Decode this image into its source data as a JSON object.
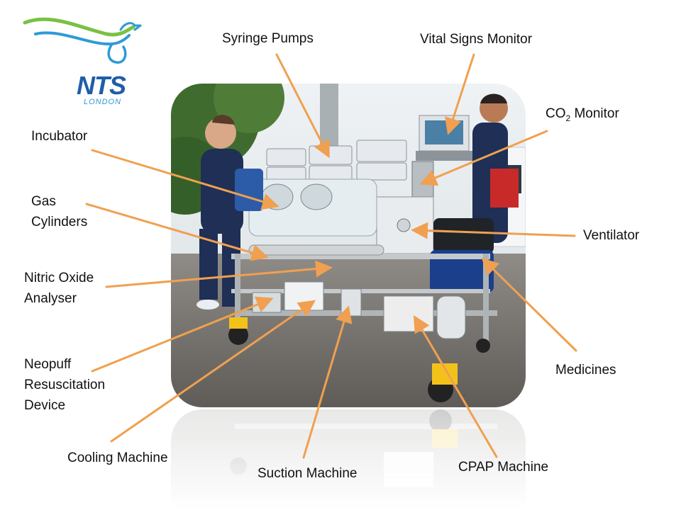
{
  "logo": {
    "name": "NTS",
    "sub": "LONDON",
    "colors": {
      "green": "#7ac143",
      "blue": "#1f5ea8",
      "teal": "#2e9bd6"
    }
  },
  "accent_color": "#f0a050",
  "labels": {
    "syringe_pumps": "Syringe Pumps",
    "vital_signs_monitor": "Vital Signs Monitor",
    "co2_prefix": "CO",
    "co2_sub": "2",
    "co2_suffix": " Monitor",
    "incubator": "Incubator",
    "gas_line1": "Gas",
    "gas_line2": "Cylinders",
    "nitric_line1": "Nitric Oxide",
    "nitric_line2": "Analyser",
    "neopuff_line1": "Neopuff",
    "neopuff_line2": "Resuscitation",
    "neopuff_line3": "Device",
    "ventilator": "Ventilator",
    "medicines": "Medicines",
    "cooling_machine": "Cooling Machine",
    "suction_machine": "Suction Machine",
    "cpap_machine": "CPAP Machine"
  }
}
